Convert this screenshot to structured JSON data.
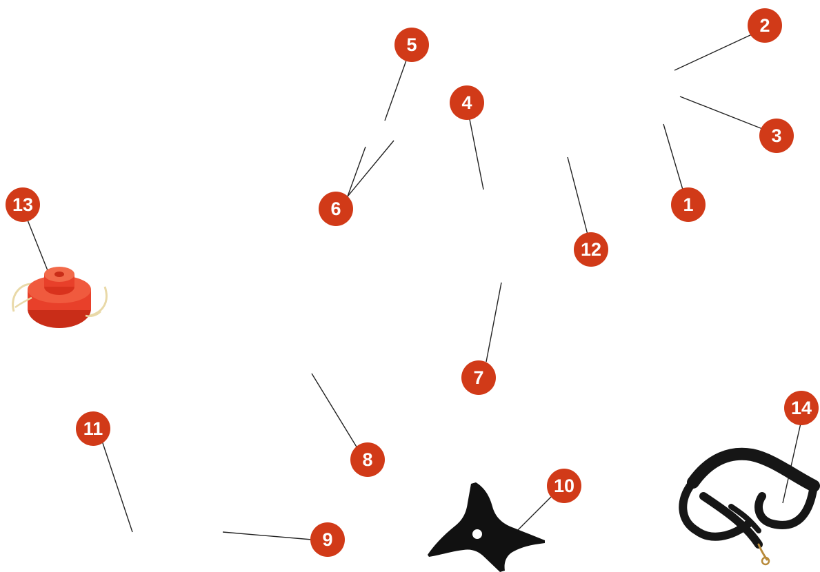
{
  "colors": {
    "badge": "#d13a18",
    "badge_text": "#ffffff",
    "leader_line": "#222222",
    "spool": "#e8402a",
    "blade": "#111111",
    "strap": "#161616"
  },
  "callouts": [
    {
      "id": "1",
      "label": "1"
    },
    {
      "id": "2",
      "label": "2"
    },
    {
      "id": "3",
      "label": "3"
    },
    {
      "id": "4",
      "label": "4"
    },
    {
      "id": "5",
      "label": "5"
    },
    {
      "id": "6",
      "label": "6"
    },
    {
      "id": "7",
      "label": "7"
    },
    {
      "id": "8",
      "label": "8"
    },
    {
      "id": "9",
      "label": "9"
    },
    {
      "id": "10",
      "label": "10"
    },
    {
      "id": "11",
      "label": "11"
    },
    {
      "id": "12",
      "label": "12"
    },
    {
      "id": "13",
      "label": "13"
    },
    {
      "id": "14",
      "label": "14"
    }
  ],
  "parts": {
    "spool_icon": "trimmer-head-spool",
    "blade_icon": "three-tooth-blade",
    "strap_icon": "shoulder-harness-strap"
  }
}
